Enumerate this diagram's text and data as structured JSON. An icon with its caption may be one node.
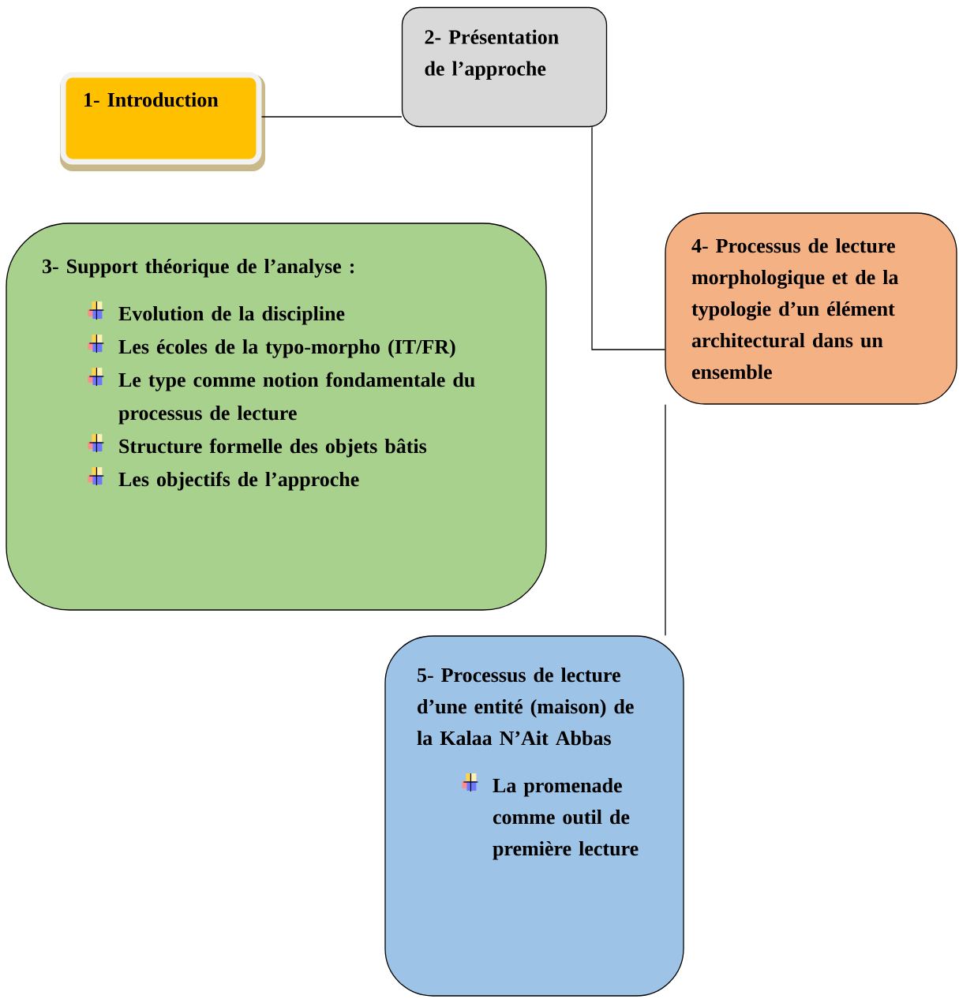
{
  "diagram": {
    "nodes": [
      {
        "text": [
          "1- Introduction"
        ]
      },
      {
        "text": [
          "2- Présentation de l’approche"
        ]
      },
      {
        "text": [
          "3- Support théorique de l’analyse :",
          "Evolution de la discipline",
          "Les écoles de la typo-morpho (IT/FR)",
          "Le type comme notion fondamentale du processus de lecture",
          "Structure formelle des objets bâtis",
          "Les objectifs de l’approche"
        ]
      },
      {
        "text": [
          "4- Processus de lecture morphologique et de la typologie d’un élément architectural dans un ensemble"
        ]
      },
      {
        "text": [
          "5- Processus de lecture d’une entité (maison) de la Kalaa N’Ait Abbas",
          "La promenade comme outil de première lecture"
        ]
      }
    ],
    "edges": [
      {
        "from": 0,
        "to": 1,
        "arrow": "none"
      },
      {
        "from": 1,
        "to": 3,
        "arrow": "none"
      },
      {
        "from": 3,
        "to": 4,
        "arrow": "none"
      }
    ]
  }
}
